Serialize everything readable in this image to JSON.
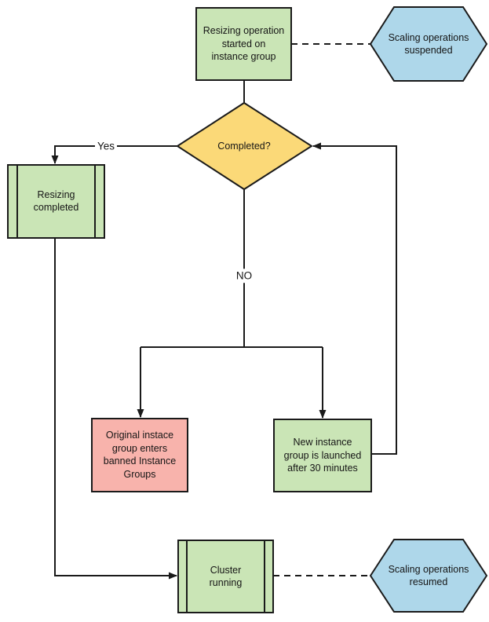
{
  "diagram": {
    "type": "flowchart",
    "nodes": {
      "start": {
        "label": "Resizing operation\nstarted on\ninstance group",
        "shape": "process-rect",
        "fill": "#cae5b6"
      },
      "scaling_suspended": {
        "label": "Scaling operations\nsuspended",
        "shape": "hexagon",
        "fill": "#aed7ea"
      },
      "completed_decision": {
        "label": "Completed?",
        "shape": "decision-diamond",
        "fill": "#fbd978"
      },
      "resizing_completed": {
        "label": "Resizing\ncompleted",
        "shape": "predefined-process",
        "fill": "#cae5b6"
      },
      "banned_instance_groups": {
        "label": "Original instace\ngroup enters\nbanned Instance\nGroups",
        "shape": "process-rect",
        "fill": "#f8b3ac"
      },
      "new_instance_group": {
        "label": "New instance\ngroup is launched\nafter 30 minutes",
        "shape": "process-rect",
        "fill": "#cae5b6"
      },
      "cluster_running": {
        "label": "Cluster\nrunning",
        "shape": "predefined-process",
        "fill": "#cae5b6"
      },
      "scaling_resumed": {
        "label": "Scaling operations\nresumed",
        "shape": "hexagon",
        "fill": "#aed7ea"
      }
    },
    "edge_labels": {
      "yes": "Yes",
      "no": "NO"
    },
    "colors": {
      "stroke": "#1a1a1a",
      "background": "#ffffff"
    }
  }
}
